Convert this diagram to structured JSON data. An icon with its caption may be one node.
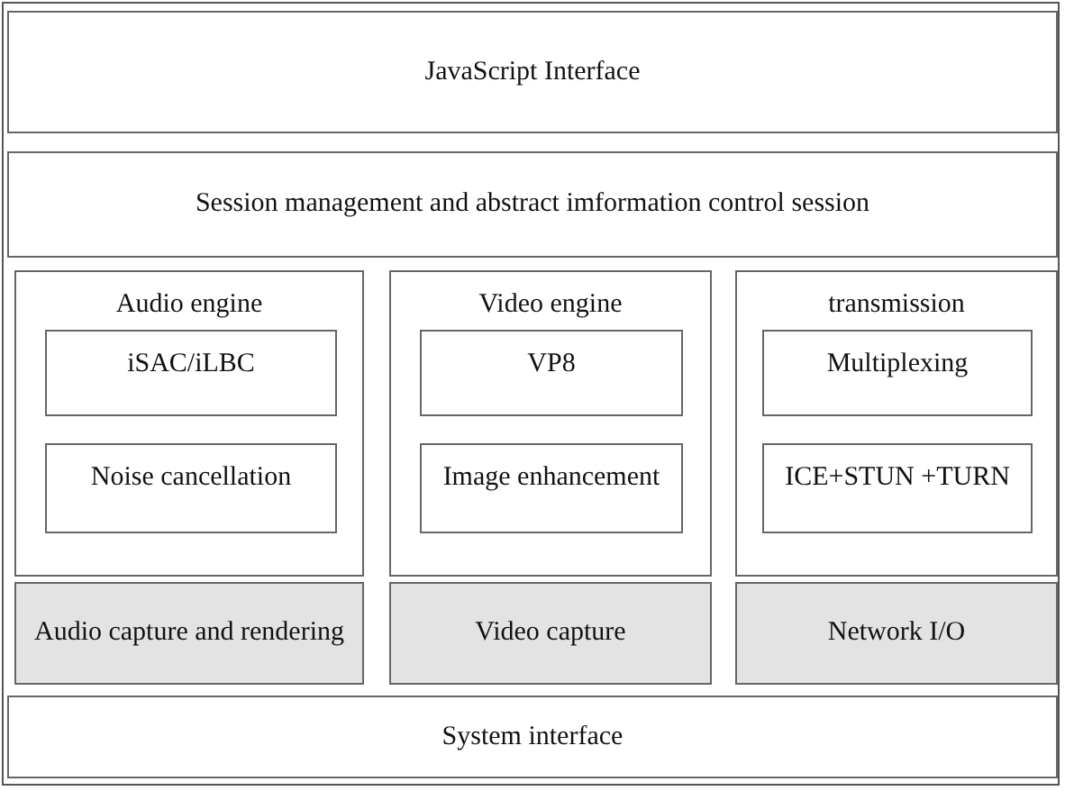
{
  "diagram": {
    "nodes": [
      {
        "text": [
          "JavaScript Interface"
        ]
      },
      {
        "text": [
          "Session management and abstract imformation control session"
        ]
      },
      {
        "text": [
          "Audio engine"
        ]
      },
      {
        "text": [
          "iSAC/iLBC"
        ],
        "in": 2
      },
      {
        "text": [
          "Noise cancellation"
        ],
        "in": 2
      },
      {
        "text": [
          "Video engine"
        ]
      },
      {
        "text": [
          "VP8"
        ],
        "in": 5
      },
      {
        "text": [
          "Image enhancement"
        ],
        "in": 5
      },
      {
        "text": [
          "transmission"
        ]
      },
      {
        "text": [
          "Multiplexing"
        ],
        "in": 8
      },
      {
        "text": [
          "ICE+STUN +TURN"
        ],
        "in": 8
      },
      {
        "text": [
          "Audio capture and rendering"
        ]
      },
      {
        "text": [
          "Video capture"
        ]
      },
      {
        "text": [
          "Network I/O"
        ]
      },
      {
        "text": [
          "System interface"
        ]
      }
    ]
  }
}
